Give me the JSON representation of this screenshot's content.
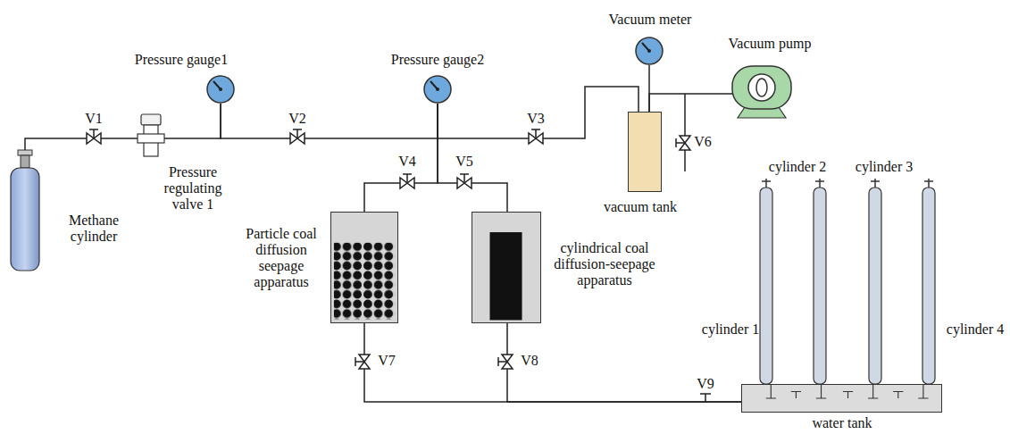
{
  "diagram": {
    "nodes": [
      {
        "text": [
          "Methane cylinder"
        ]
      },
      {
        "text": [
          "Pressure regulating valve 1"
        ]
      },
      {
        "text": [
          "Pressure gauge1"
        ]
      },
      {
        "text": [
          "Pressure gauge2"
        ]
      },
      {
        "text": [
          "vacuum tank"
        ]
      },
      {
        "text": [
          "Vacuum meter"
        ]
      },
      {
        "text": [
          "Vacuum pump"
        ]
      },
      {
        "text": [
          "Particle coal diffusion seepage apparatus"
        ]
      },
      {
        "text": [
          "cylindrical coal diffusion-seepage apparatus"
        ]
      },
      {
        "text": [
          "water tank"
        ]
      },
      {
        "text": [
          "cylinder 1"
        ]
      },
      {
        "text": [
          "cylinder 2"
        ]
      },
      {
        "text": [
          "cylinder 3"
        ]
      },
      {
        "text": [
          "cylinder 4"
        ]
      }
    ],
    "edges": [
      {
        "from": 0,
        "to": 1,
        "arrow": "none"
      },
      {
        "from": 1,
        "to": 2,
        "arrow": "none"
      },
      {
        "from": 2,
        "to": 3,
        "arrow": "none"
      },
      {
        "from": 3,
        "to": 7,
        "arrow": "none"
      },
      {
        "from": 3,
        "to": 8,
        "arrow": "none"
      },
      {
        "from": 3,
        "to": 4,
        "arrow": "none"
      },
      {
        "from": 4,
        "to": 5,
        "arrow": "none"
      },
      {
        "from": 4,
        "to": 6,
        "arrow": "none"
      },
      {
        "from": 7,
        "to": 9,
        "arrow": "none"
      },
      {
        "from": 8,
        "to": 9,
        "arrow": "none"
      }
    ],
    "labels": [
      "V1",
      "V2",
      "V3",
      "V4",
      "V5",
      "V6",
      "V7",
      "V8",
      "V9"
    ]
  }
}
